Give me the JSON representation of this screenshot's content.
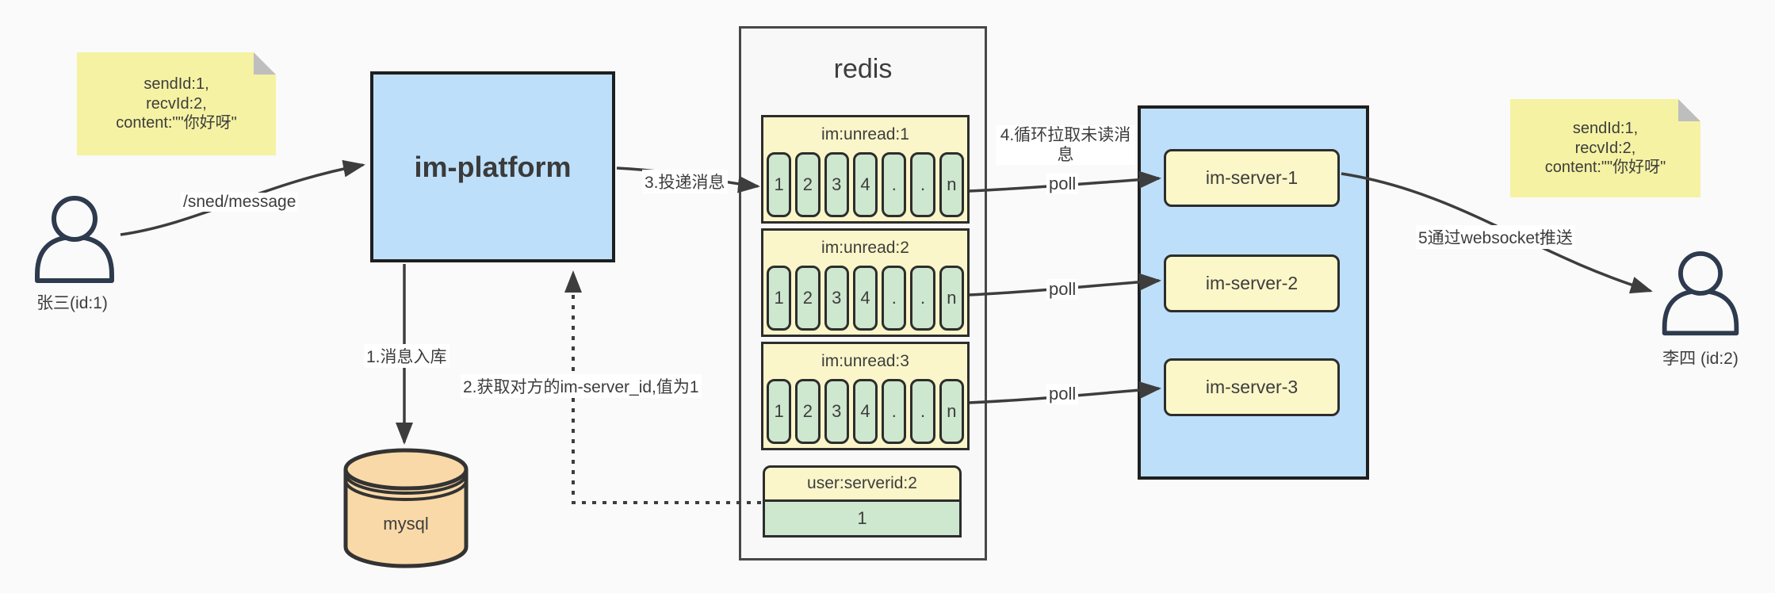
{
  "sticky_notes": {
    "left": {
      "line1": "sendId:1,",
      "line2": "recvId:2,",
      "line3": "content:\"\"你好呀\""
    },
    "right": {
      "line1": "sendId:1,",
      "line2": "recvId:2,",
      "line3": "content:\"\"你好呀\""
    }
  },
  "actors": {
    "sender": {
      "label": "张三(id:1)"
    },
    "receiver": {
      "label": "李四 (id:2)"
    }
  },
  "platform": {
    "title": "im-platform"
  },
  "database": {
    "label": "mysql"
  },
  "redis": {
    "title": "redis",
    "queues": [
      {
        "name": "im:unread:1",
        "cells": [
          "1",
          "2",
          "3",
          "4",
          ".",
          ".",
          "n"
        ]
      },
      {
        "name": "im:unread:2",
        "cells": [
          "1",
          "2",
          "3",
          "4",
          ".",
          ".",
          "n"
        ]
      },
      {
        "name": "im:unread:3",
        "cells": [
          "1",
          "2",
          "3",
          "4",
          ".",
          ".",
          "n"
        ]
      }
    ],
    "user_mapping": {
      "key": "user:serverid:2",
      "value": "1"
    }
  },
  "servers": [
    {
      "label": "im-server-1"
    },
    {
      "label": "im-server-2"
    },
    {
      "label": "im-server-3"
    }
  ],
  "edge_labels": {
    "send_path": "/sned/message",
    "step1": "1.消息入库",
    "step2": "2.获取对方的im-server_id,值为1",
    "step3": "3.投递消息",
    "step4": "4.循环拉取未读消息",
    "step5": "5通过websocket推送",
    "poll": "poll"
  },
  "colors": {
    "background": "#FAFAFA",
    "container_blue": "#BDDFF9",
    "note_yellow": "#F5F2A3",
    "queue_yellow": "#FBF6C9",
    "cell_green": "#CEE7CF",
    "server_yellow": "#FCF7C8",
    "mysql_orange": "#FAD9A8",
    "line_dark": "#3D3D3D"
  }
}
